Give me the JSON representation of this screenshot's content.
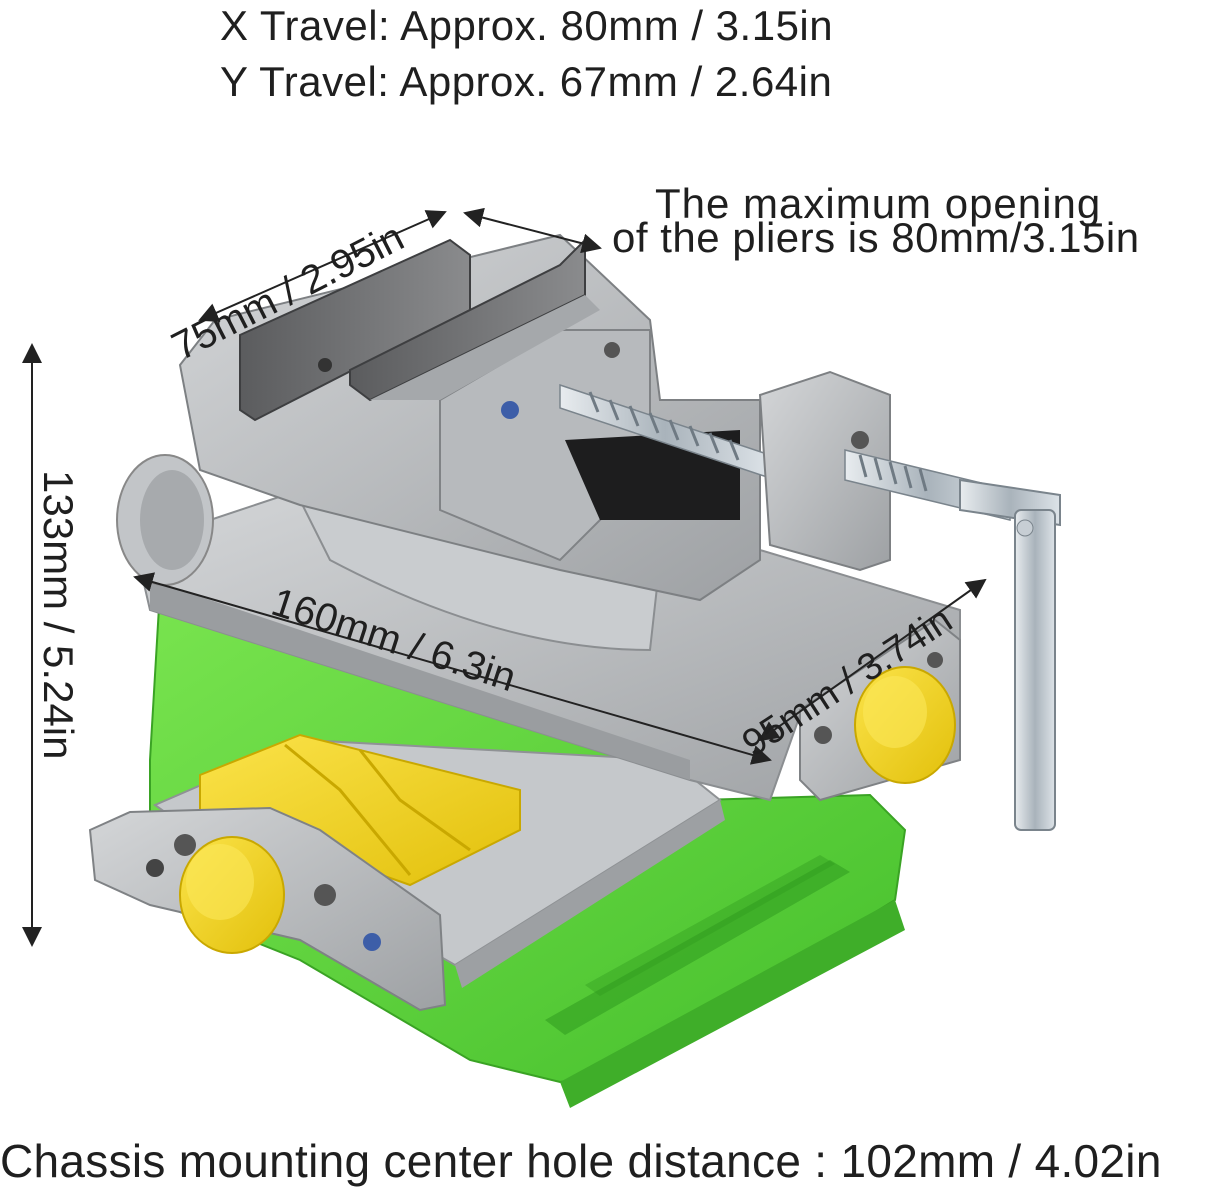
{
  "header": {
    "x_travel": "X Travel: Approx. 80mm / 3.15in",
    "y_travel": "Y Travel: Approx. 67mm / 2.64in"
  },
  "callout": {
    "opening_line1": "The maximum opening",
    "opening_line2": "of the pliers is 80mm/3.15in"
  },
  "dimensions": {
    "jaw_width": "75mm / 2.95in",
    "table_length": "160mm / 6.3in",
    "table_width": "95mm / 3.74in",
    "height": "133mm / 5.24in"
  },
  "footer": {
    "chassis": "Chassis mounting center hole distance : 102mm / 4.02in"
  },
  "colors": {
    "base_green": "#5ad63a",
    "knob_yellow": "#f2d51a",
    "metal_gray": "#b9bbbd",
    "dark_steel": "#6f6f70"
  }
}
